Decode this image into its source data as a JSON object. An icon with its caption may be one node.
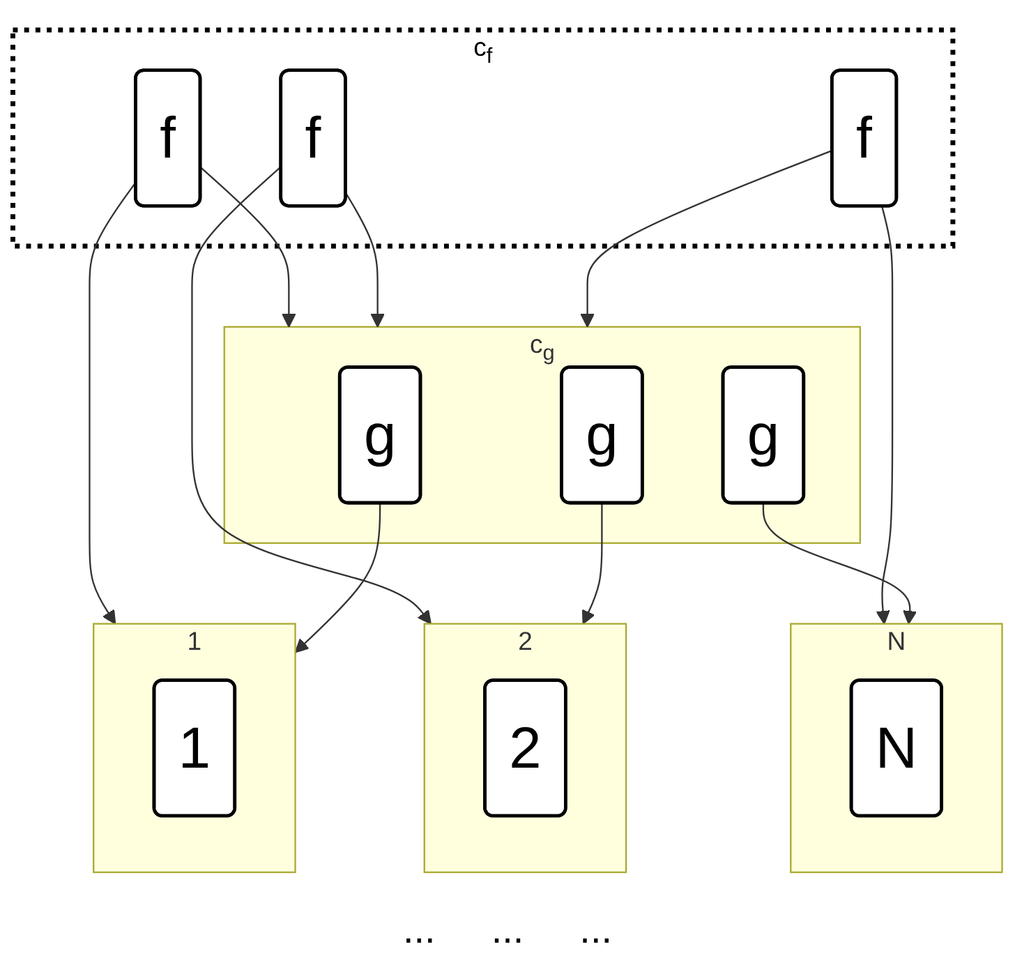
{
  "diagram": {
    "nodes": [
      {
        "text": [
          "c$_{f}$"
        ]
      },
      {
        "text": [
          "f"
        ],
        "in": 0
      },
      {
        "text": [
          "f"
        ],
        "in": 0
      },
      {
        "text": [
          "f"
        ],
        "in": 0
      },
      {
        "text": [
          "c$_{g}$"
        ]
      },
      {
        "text": [
          "g"
        ],
        "in": 4
      },
      {
        "text": [
          "g"
        ],
        "in": 4
      },
      {
        "text": [
          "g"
        ],
        "in": 4
      },
      {
        "text": [
          "1"
        ]
      },
      {
        "text": [
          "1"
        ],
        "in": 8
      },
      {
        "text": [
          "2"
        ]
      },
      {
        "text": [
          "2"
        ],
        "in": 10
      },
      {
        "text": [
          "N"
        ]
      },
      {
        "text": [
          "N"
        ],
        "in": 12
      }
    ],
    "edges": [
      {
        "from": 1,
        "to": 4,
        "arrow": "to"
      },
      {
        "from": 1,
        "to": 8,
        "arrow": "to"
      },
      {
        "from": 5,
        "to": 8,
        "arrow": "to"
      },
      {
        "from": 2,
        "to": 4,
        "arrow": "to"
      },
      {
        "from": 2,
        "to": 10,
        "arrow": "to"
      },
      {
        "from": 6,
        "to": 10,
        "arrow": "to"
      },
      {
        "from": 3,
        "to": 4,
        "arrow": "to"
      },
      {
        "from": 3,
        "to": 12,
        "arrow": "to"
      },
      {
        "from": 7,
        "to": 12,
        "arrow": "to"
      }
    ],
    "labels": [
      "...",
      "...",
      "..."
    ]
  }
}
